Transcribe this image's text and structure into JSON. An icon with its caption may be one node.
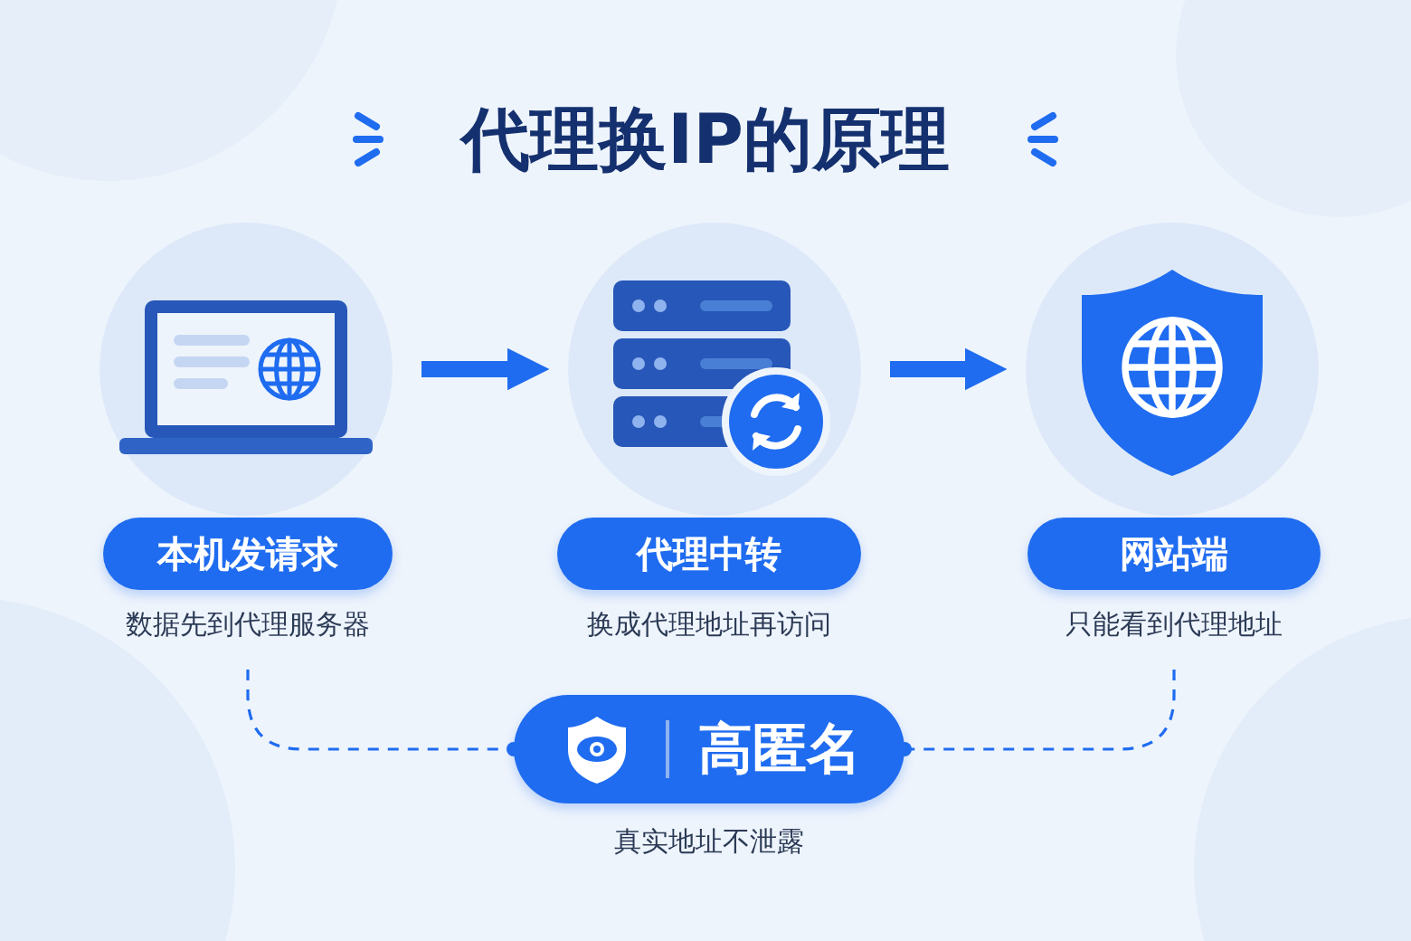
{
  "diagram": {
    "title": "代理换**IP**的原理",
    "nodes": [
      {
        "text": [],
        "shape": "picture"
      },
      {
        "text": [],
        "shape": "picture"
      },
      {
        "text": [],
        "shape": "picture"
      },
      {
        "text": [
          "本机发请求"
        ],
        "beside": [
          "数据先到代理服务器"
        ]
      },
      {
        "text": [
          "代理中转"
        ],
        "beside": [
          "换成代理地址再访问"
        ]
      },
      {
        "text": [
          "网站端"
        ],
        "beside": [
          "只能看到代理地址"
        ]
      },
      {
        "text": [
          "高匿名"
        ],
        "beside": [
          "真实地址不泄露"
        ]
      }
    ],
    "edges": [
      {
        "from": 0,
        "to": 1,
        "arrow": "to",
        "style": "thick"
      },
      {
        "from": 1,
        "to": 2,
        "arrow": "to",
        "style": "thick"
      },
      {
        "from": 3,
        "to": 6,
        "arrow": "other",
        "style": "dashed"
      },
      {
        "from": 5,
        "to": 6,
        "arrow": "other",
        "style": "dashed"
      }
    ]
  }
}
